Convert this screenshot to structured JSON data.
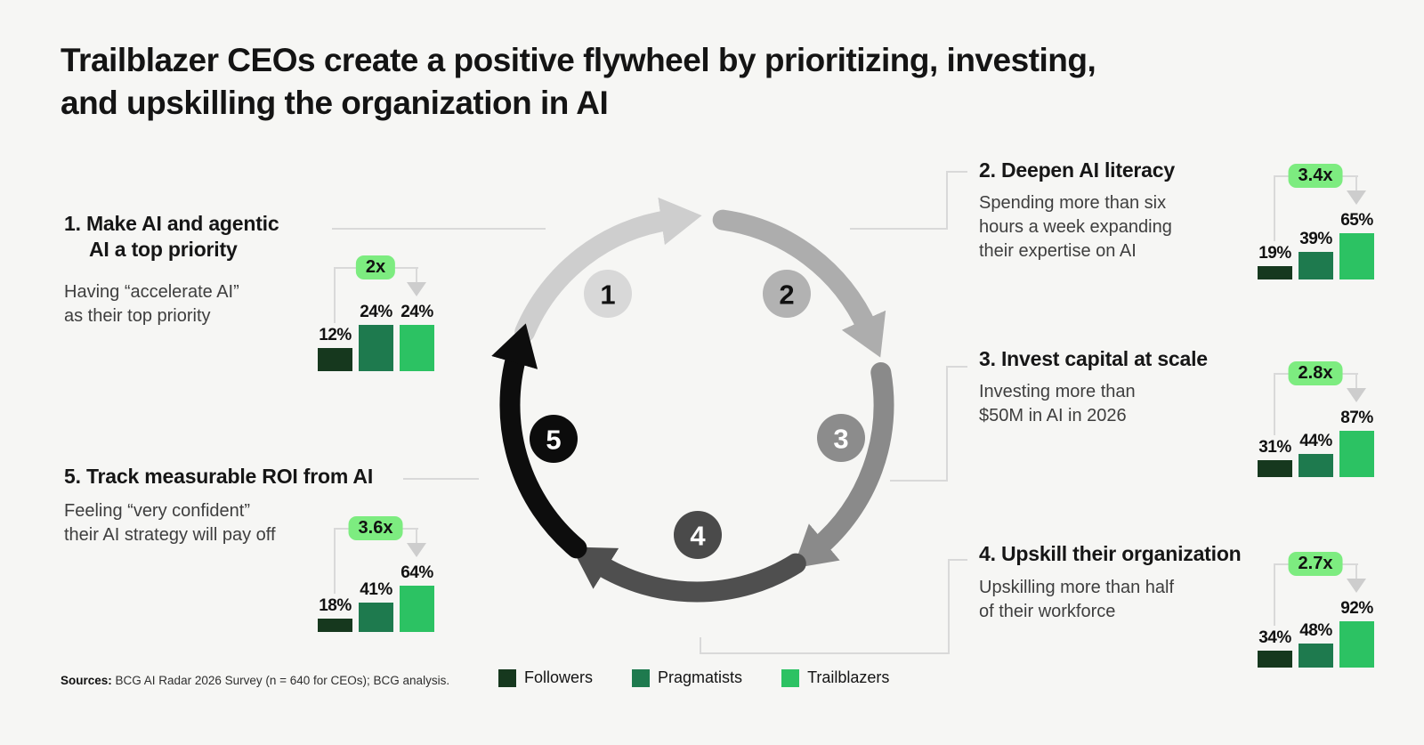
{
  "title": {
    "line1": "Trailblazer CEOs create a positive flywheel by prioritizing, investing,",
    "line2": "and upskilling the organization in AI"
  },
  "flywheel": {
    "steps": [
      {
        "number": "1"
      },
      {
        "number": "2"
      },
      {
        "number": "3"
      },
      {
        "number": "4"
      },
      {
        "number": "5"
      }
    ]
  },
  "sections": [
    {
      "title_line1": "1. Make AI and agentic",
      "title_line2": "AI a top priority",
      "body_line1": "Having “accelerate AI”",
      "body_line2": "as their top priority",
      "body_line3": ""
    },
    {
      "title_line1": "2. Deepen AI literacy",
      "title_line2": "",
      "body_line1": "Spending more than six",
      "body_line2": "hours a week expanding",
      "body_line3": "their expertise on AI"
    },
    {
      "title_line1": "3. Invest capital at scale",
      "title_line2": "",
      "body_line1": "Investing more than",
      "body_line2": "$50M in AI in 2026",
      "body_line3": ""
    },
    {
      "title_line1": "4. Upskill their organization",
      "title_line2": "",
      "body_line1": "Upskilling more than half",
      "body_line2": "of their workforce",
      "body_line3": ""
    },
    {
      "title_line1": "5. Track measurable ROI from AI",
      "title_line2": "",
      "body_line1": "Feeling “very confident”",
      "body_line2": "their AI strategy will pay off",
      "body_line3": ""
    }
  ],
  "chart_data": [
    {
      "type": "bar",
      "step": 1,
      "title": "Make AI and agentic AI a top priority",
      "subtitle": "Having “accelerate AI” as their top priority",
      "categories": [
        "Followers",
        "Pragmatists",
        "Trailblazers"
      ],
      "values": [
        12,
        24,
        24
      ],
      "labels": [
        "12%",
        "24%",
        "24%"
      ],
      "multiplier_label": "2x",
      "unit": "%"
    },
    {
      "type": "bar",
      "step": 2,
      "title": "Deepen AI literacy",
      "subtitle": "Spending more than six hours a week expanding their expertise on AI",
      "categories": [
        "Followers",
        "Pragmatists",
        "Trailblazers"
      ],
      "values": [
        19,
        39,
        65
      ],
      "labels": [
        "19%",
        "39%",
        "65%"
      ],
      "multiplier_label": "3.4x",
      "unit": "%"
    },
    {
      "type": "bar",
      "step": 3,
      "title": "Invest capital at scale",
      "subtitle": "Investing more than $50M in AI in 2026",
      "categories": [
        "Followers",
        "Pragmatists",
        "Trailblazers"
      ],
      "values": [
        31,
        44,
        87
      ],
      "labels": [
        "31%",
        "44%",
        "87%"
      ],
      "multiplier_label": "2.8x",
      "unit": "%"
    },
    {
      "type": "bar",
      "step": 4,
      "title": "Upskill their organization",
      "subtitle": "Upskilling more than half of their workforce",
      "categories": [
        "Followers",
        "Pragmatists",
        "Trailblazers"
      ],
      "values": [
        34,
        48,
        92
      ],
      "labels": [
        "34%",
        "48%",
        "92%"
      ],
      "multiplier_label": "2.7x",
      "unit": "%"
    },
    {
      "type": "bar",
      "step": 5,
      "title": "Track measurable ROI from AI",
      "subtitle": "Feeling “very confident” their AI strategy will pay off",
      "categories": [
        "Followers",
        "Pragmatists",
        "Trailblazers"
      ],
      "values": [
        18,
        41,
        64
      ],
      "labels": [
        "18%",
        "41%",
        "64%"
      ],
      "multiplier_label": "3.6x",
      "unit": "%"
    }
  ],
  "legend": [
    {
      "label": "Followers",
      "color": "#16381e"
    },
    {
      "label": "Pragmatists",
      "color": "#1e7a4e"
    },
    {
      "label": "Trailblazers",
      "color": "#2cc263"
    }
  ],
  "sources": {
    "label": "Sources:",
    "text": " BCG AI Radar 2026 Survey (n = 640 for CEOs); BCG analysis."
  },
  "colors": {
    "background": "#f6f6f4",
    "multiplier_badge": "#7dec80",
    "connector": "#d9d9d9",
    "flywheel_grays": [
      "#cecece",
      "#adadad",
      "#8a8a8a",
      "#4f4f4f",
      "#0d0d0d"
    ],
    "step_circle_fills": [
      "#d8d8d8",
      "#b2b2b2",
      "#8c8c8c",
      "#4a4a4a",
      "#0c0c0c"
    ]
  }
}
